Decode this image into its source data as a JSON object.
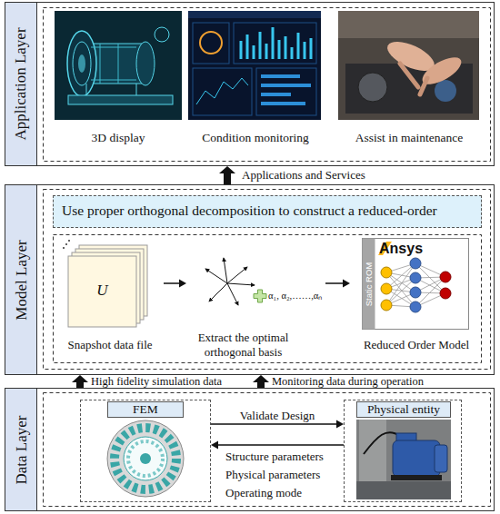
{
  "diagram": {
    "nodes": [
      {
        "text": [
          "Application Layer"
        ]
      },
      {
        "text": [
          "3D display"
        ],
        "in": 0
      },
      {
        "text": [
          "Condition monitoring"
        ],
        "in": 0
      },
      {
        "text": [
          "Assist in maintenance"
        ],
        "in": 0
      },
      {
        "text": [
          "Model Layer"
        ]
      },
      {
        "text": [
          "Use proper orthogonal decomposition to construct a reduced-order"
        ],
        "in": 4
      },
      {
        "text": [
          "U",
          "Snapshot data file"
        ],
        "in": 4
      },
      {
        "text": [
          "α₁, α₂,……,αₙ",
          "Extract the optimal orthogonal basis"
        ],
        "in": 4
      },
      {
        "text": [
          "Ansys",
          "Static ROM",
          "Reduced Order Model"
        ],
        "in": 4
      },
      {
        "text": [
          "Data Layer"
        ]
      },
      {
        "text": [
          "FEM"
        ],
        "in": 9
      },
      {
        "text": [
          "Physical entity"
        ],
        "in": 9
      }
    ],
    "edges": [
      {
        "from": 4,
        "to": 0,
        "arrow": "to",
        "label": "Applications and Services"
      },
      {
        "from": 6,
        "to": 7,
        "arrow": "to"
      },
      {
        "from": 7,
        "to": 8,
        "arrow": "to"
      },
      {
        "from": 9,
        "to": 4,
        "arrow": "to",
        "label": "High fidelity simulation data"
      },
      {
        "from": 9,
        "to": 4,
        "arrow": "to",
        "label": "Monitoring data during operation"
      },
      {
        "from": 10,
        "to": 11,
        "arrow": "to",
        "label": "Validate Design"
      },
      {
        "from": 11,
        "to": 10,
        "arrow": "to",
        "label": "Structure parameters"
      }
    ],
    "labels": [
      "Physical parameters",
      "Operating mode"
    ]
  }
}
